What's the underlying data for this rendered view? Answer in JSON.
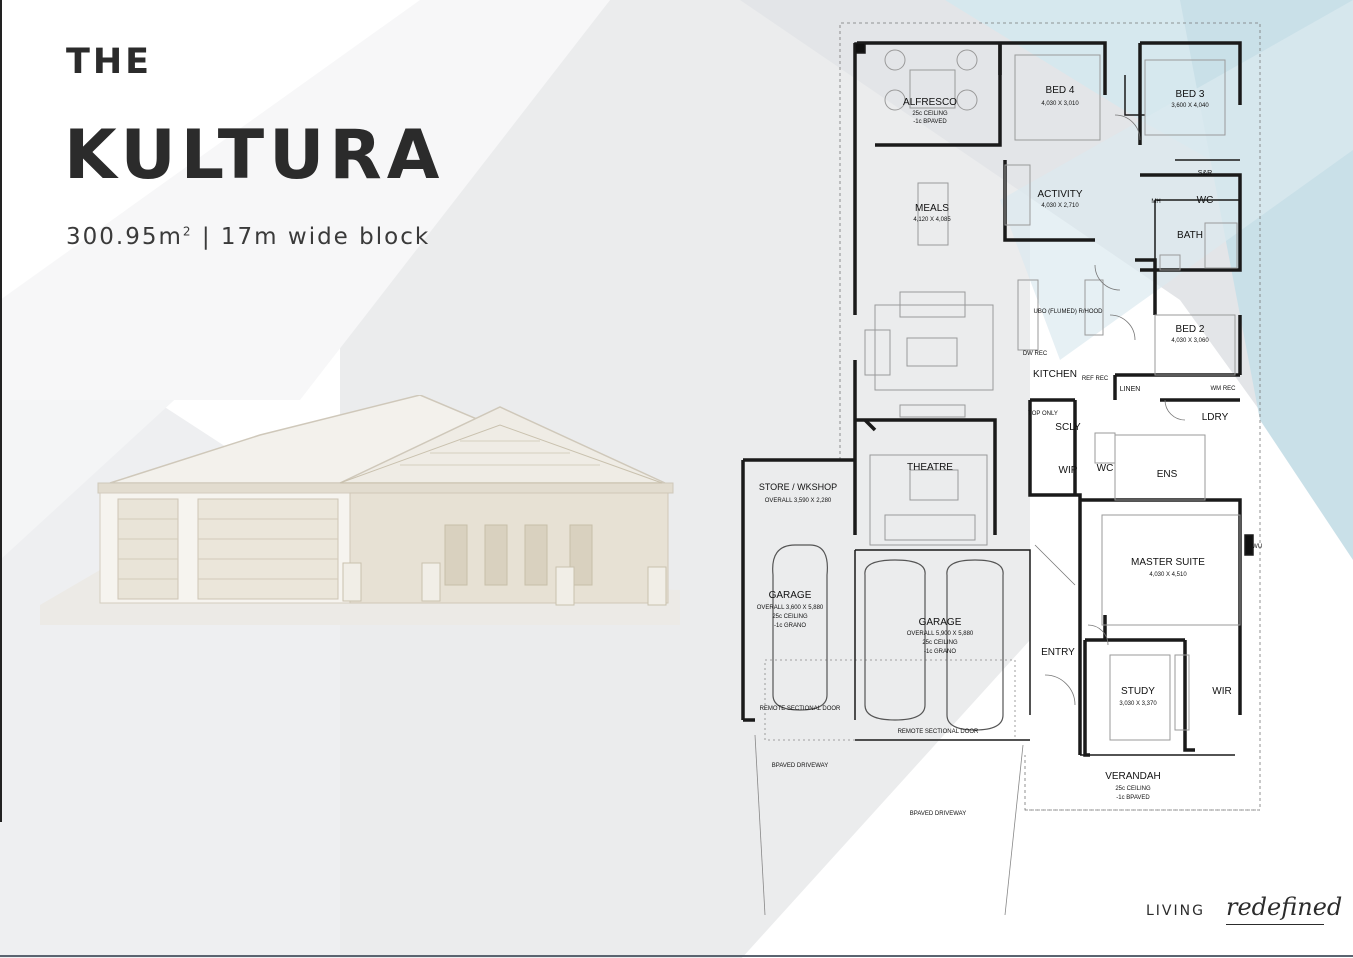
{
  "title": {
    "prefix": "THE",
    "name": "KULTURA",
    "area": "300.95m",
    "area_sup": "2",
    "area_suffix": "| 17m wide block"
  },
  "brand": {
    "word1": "LIVING",
    "word2": "redefined"
  },
  "colors": {
    "text": "#2b2b2b",
    "accent_blue": "#c7dfe8",
    "panel_grey": "#e9eaec",
    "wall": "#1a1a1a"
  },
  "plan": {
    "rooms": {
      "alfresco": {
        "name": "ALFRESCO",
        "l1": "25c CEILING",
        "l2": "-1c BPAVED"
      },
      "bed4": {
        "name": "BED 4",
        "size": "4,030 X 3,010"
      },
      "bed3": {
        "name": "BED 3",
        "size": "3,600 X 4,040"
      },
      "activity": {
        "name": "ACTIVITY",
        "size": "4,030 X 2,710"
      },
      "meals": {
        "name": "MEALS",
        "size": "4,120 X 4,085"
      },
      "wc": "WC",
      "bath": "BATH",
      "sr": "S&R",
      "bed2": {
        "name": "BED 2",
        "size": "4,030 X 3,060"
      },
      "kitchen": "KITCHEN",
      "linen": "LINEN",
      "ldry": "LDRY",
      "scly": "SCLY",
      "wip": "WIP",
      "ens": "ENS",
      "theatre": "THEATRE",
      "store": {
        "name": "STORE / WKSHOP",
        "size": "OVERALL 3,590 X 2,280"
      },
      "garage1": {
        "name": "GARAGE",
        "l1": "OVERALL 3,600 X 5,880",
        "l2": "25c CEILING",
        "l3": "-1c GRANO"
      },
      "garage2": {
        "name": "GARAGE",
        "l1": "OVERALL 5,900 X 5,880",
        "l2": "25c CEILING",
        "l3": "-1c GRANO"
      },
      "master": {
        "name": "MASTER SUITE",
        "size": "4,030 X 4,510"
      },
      "entry": "ENTRY",
      "study": {
        "name": "STUDY",
        "size": "3,030 X 3,370"
      },
      "wir": "WIR",
      "verandah": {
        "name": "VERANDAH",
        "l1": "25c CEILING",
        "l2": "-1c BPAVED"
      },
      "door1": "REMOTE SECTIONAL DOOR",
      "door2": "REMOTE SECTIONAL DOOR",
      "drive1": "BPAVED DRIVEWAY",
      "drive2": "BPAVED DRIVEWAY",
      "uco": "UBO (FLUMED) R/HOOD",
      "dw": "DW REC",
      "ref": "REF REC",
      "mh": "MH",
      "wm": "WM REC",
      "hwu": "HWU",
      "toponly": "TOP ONLY"
    }
  }
}
